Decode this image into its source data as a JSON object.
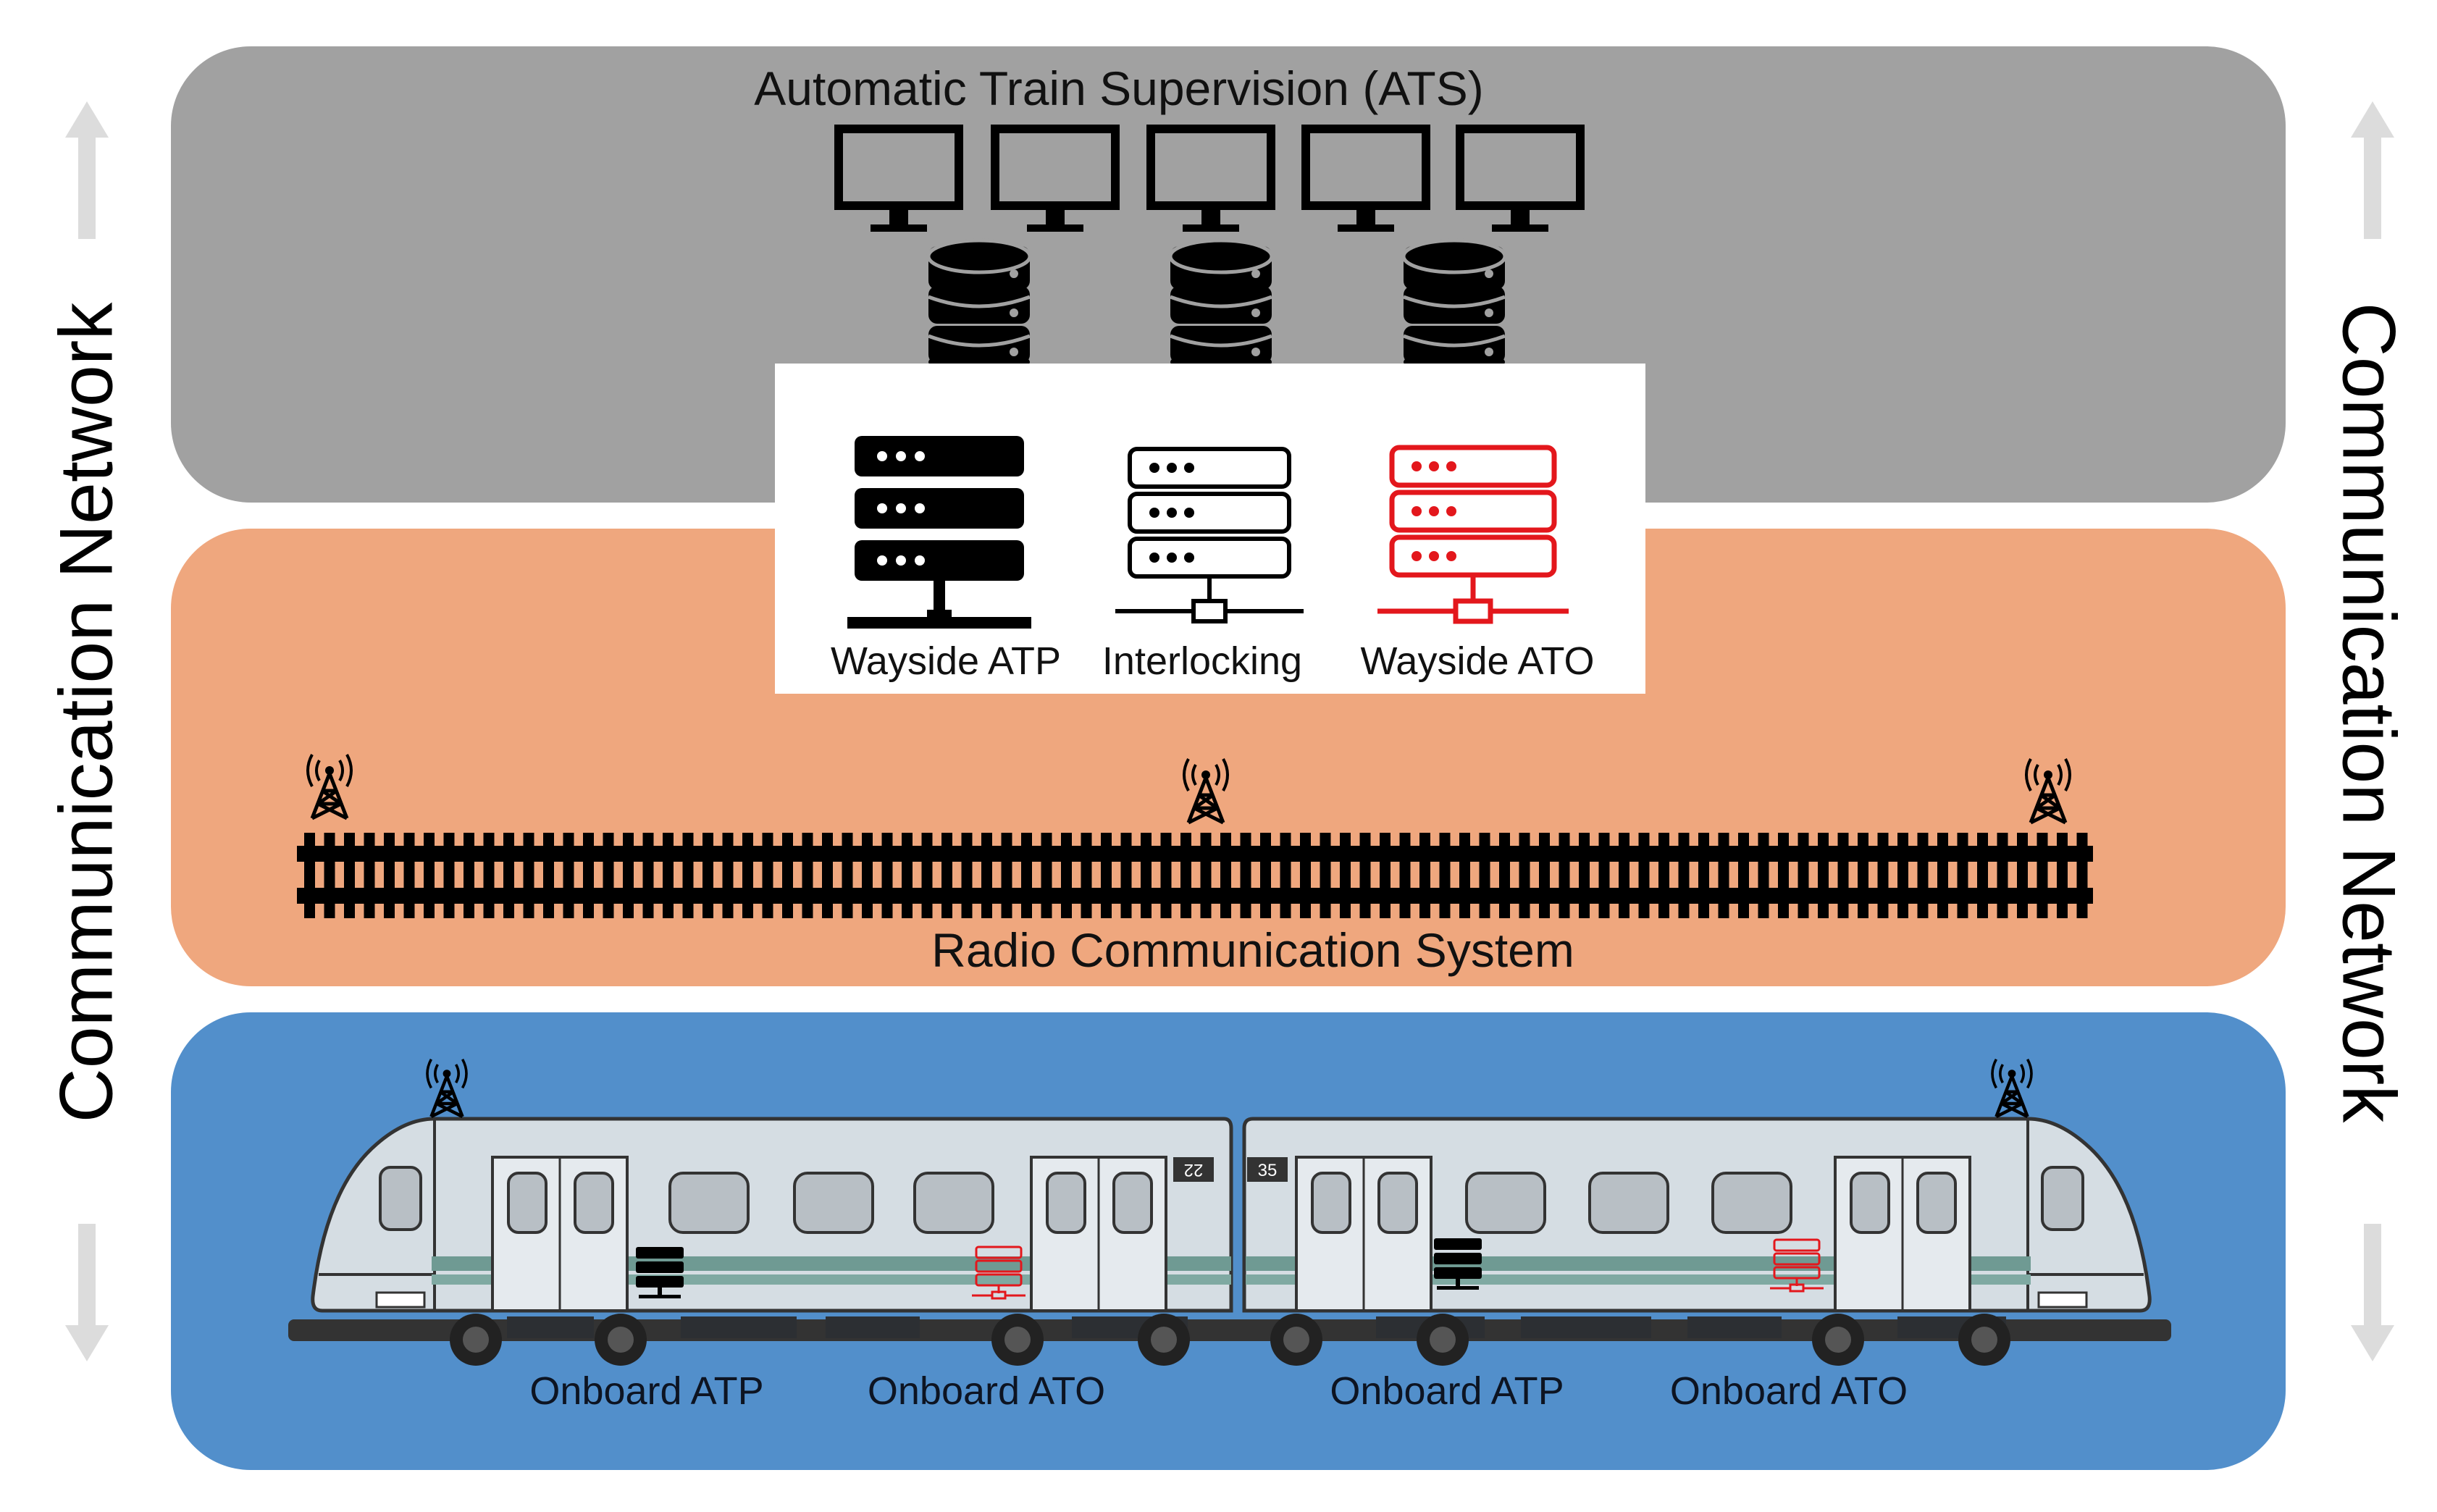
{
  "ats": {
    "title": "Automatic Train Supervision (ATS)"
  },
  "wayside": {
    "components": [
      {
        "label": "Wayside ATP",
        "color": "#000000"
      },
      {
        "label": "Interlocking",
        "color": "#ffffff"
      },
      {
        "label": "Wayside ATO",
        "color": "#e3171c"
      }
    ],
    "radio_label": "Radio Communication System"
  },
  "onboard": {
    "labels": [
      "Onboard ATP",
      "Onboard ATO",
      "Onboard ATP",
      "Onboard ATO"
    ],
    "car_numbers": [
      "22",
      "35"
    ]
  },
  "side_label": "Communication Network",
  "colors": {
    "ats_band": "#a1a1a1",
    "wayside_band": "#efa77e",
    "onboard_band": "#528fcb",
    "ato_red": "#e3171c",
    "arrow_gray": "#dcdcdc"
  },
  "icons": [
    "monitor-icon",
    "database-icon",
    "server-icon",
    "radio-tower-icon",
    "railway-track-icon",
    "train-icon",
    "arrow-up-icon",
    "arrow-down-icon"
  ]
}
